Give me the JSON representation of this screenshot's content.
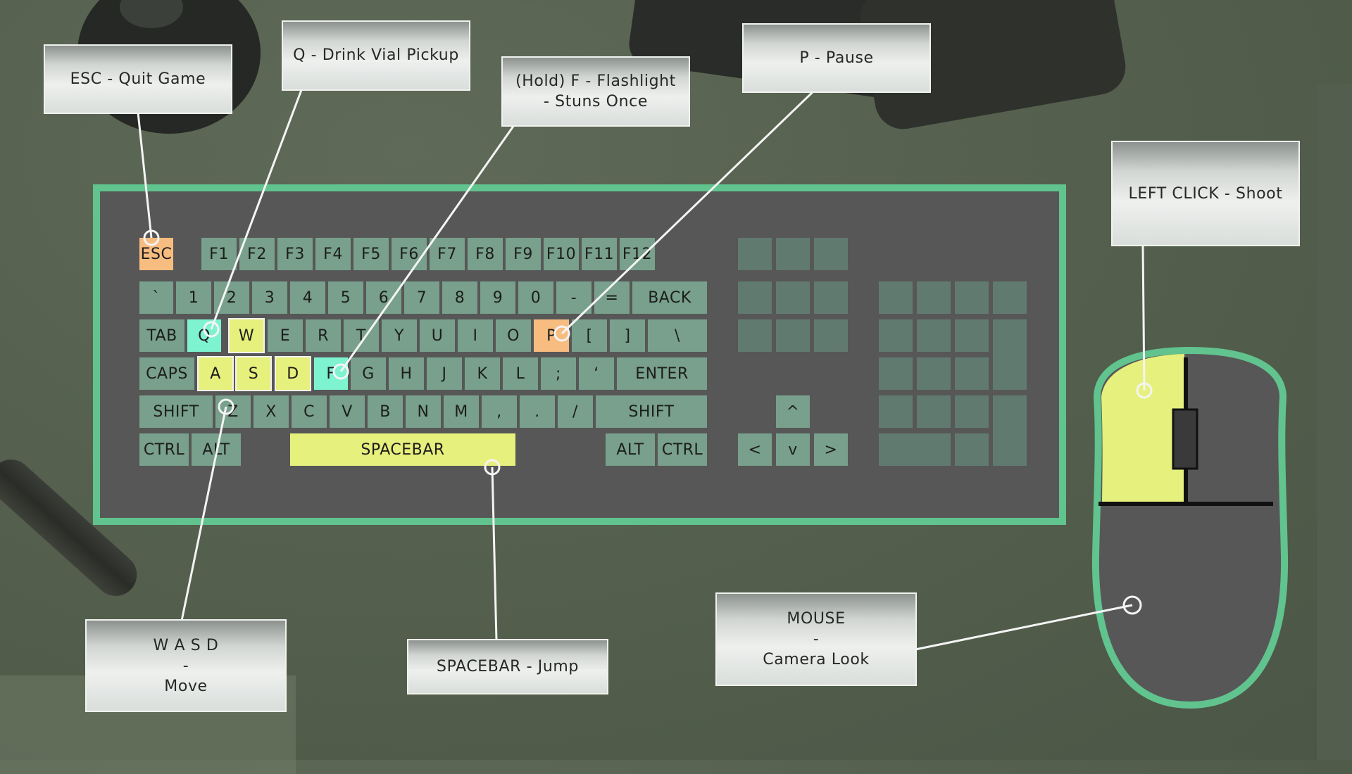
{
  "callouts": {
    "esc": "ESC - Quit Game",
    "drink": "Q - Drink Vial Pickup",
    "flashlight_line1": "(Hold) F - Flashlight",
    "flashlight_line2": "- Stuns Once",
    "pause": "P - Pause",
    "left_click": "LEFT CLICK - Shoot",
    "wasd_line1": "W A S D",
    "wasd_line2": "-",
    "wasd_line3": "Move",
    "spacebar": "SPACEBAR - Jump",
    "mouse_line1": "MOUSE",
    "mouse_line2": "-",
    "mouse_line3": "Camera Look"
  },
  "keys": {
    "esc": "ESC",
    "f1": "F1",
    "f2": "F2",
    "f3": "F3",
    "f4": "F4",
    "f5": "F5",
    "f6": "F6",
    "f7": "F7",
    "f8": "F8",
    "f9": "F9",
    "f10": "F10",
    "f11": "F11",
    "f12": "F12",
    "backtick": "`",
    "n1": "1",
    "n2": "2",
    "n3": "3",
    "n4": "4",
    "n5": "5",
    "n6": "6",
    "n7": "7",
    "n8": "8",
    "n9": "9",
    "n0": "0",
    "minus": "-",
    "equals": "=",
    "back": "BACK",
    "tab": "TAB",
    "q": "Q",
    "w": "W",
    "e": "E",
    "r": "R",
    "t": "T",
    "y": "Y",
    "u": "U",
    "i": "I",
    "o": "O",
    "p": "P",
    "lbracket": "[",
    "rbracket": "]",
    "backslash": "\\",
    "caps": "CAPS",
    "a": "A",
    "s": "S",
    "d": "D",
    "f": "F",
    "g": "G",
    "h": "H",
    "j": "J",
    "k": "K",
    "l": "L",
    "semicolon": ";",
    "quote": "‘",
    "enter": "ENTER",
    "shift_left": "SHIFT",
    "z": "Z",
    "x": "X",
    "c": "C",
    "v": "V",
    "b": "B",
    "n": "N",
    "m": "M",
    "comma": ",",
    "period": ".",
    "slash": "/",
    "shift_right": "SHIFT",
    "ctrl_left": "CTRL",
    "alt_left": "ALT",
    "spacebar": "SPACEBAR",
    "alt_right": "ALT",
    "ctrl_right": "CTRL",
    "arrow_up": "^",
    "arrow_left": "<",
    "arrow_down": "v",
    "arrow_right": ">"
  },
  "colors": {
    "outline": "#61c38e",
    "key": "#78a08c",
    "highlight_move": "#e6f07c",
    "highlight_action": "#7ef3cf",
    "highlight_system": "#f7bc80"
  }
}
